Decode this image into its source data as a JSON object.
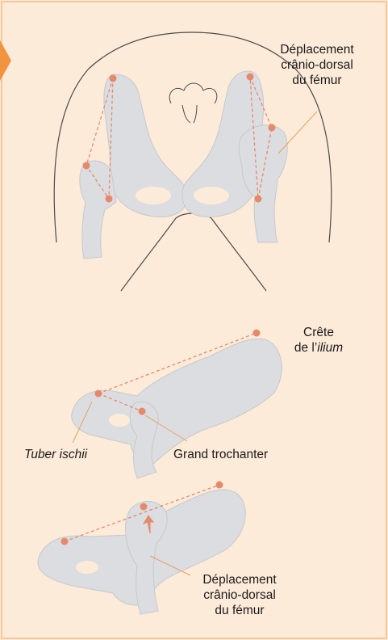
{
  "colors": {
    "background": "#fdebd9",
    "border": "#f6c79a",
    "arrow": "#f29340",
    "bone": "#dcdde1",
    "bone_shadow": "#c6c8cd",
    "outline": "#4a4a4a",
    "landmark": "#e6896b",
    "leader_line": "#e7a15f"
  },
  "labels": {
    "top_displacement": {
      "line1": "Déplacement",
      "line2": "crânio-dorsal",
      "line3": "du fémur"
    },
    "crest": {
      "line1": "Crête",
      "line2_prefix": "de l’",
      "line2_italic": "ilium"
    },
    "tuber_ischii": "Tuber ischii",
    "grand_trochanter": "Grand trochanter",
    "bottom_displacement": {
      "line1": "Déplacement",
      "line2": "crânio-dorsal",
      "line3": "du fémur"
    }
  },
  "icons": [
    "pointer-arrow-icon",
    "dog-hindquarters-illustration",
    "pelvis-lateral-illustration",
    "pelvis-dislocated-illustration"
  ]
}
